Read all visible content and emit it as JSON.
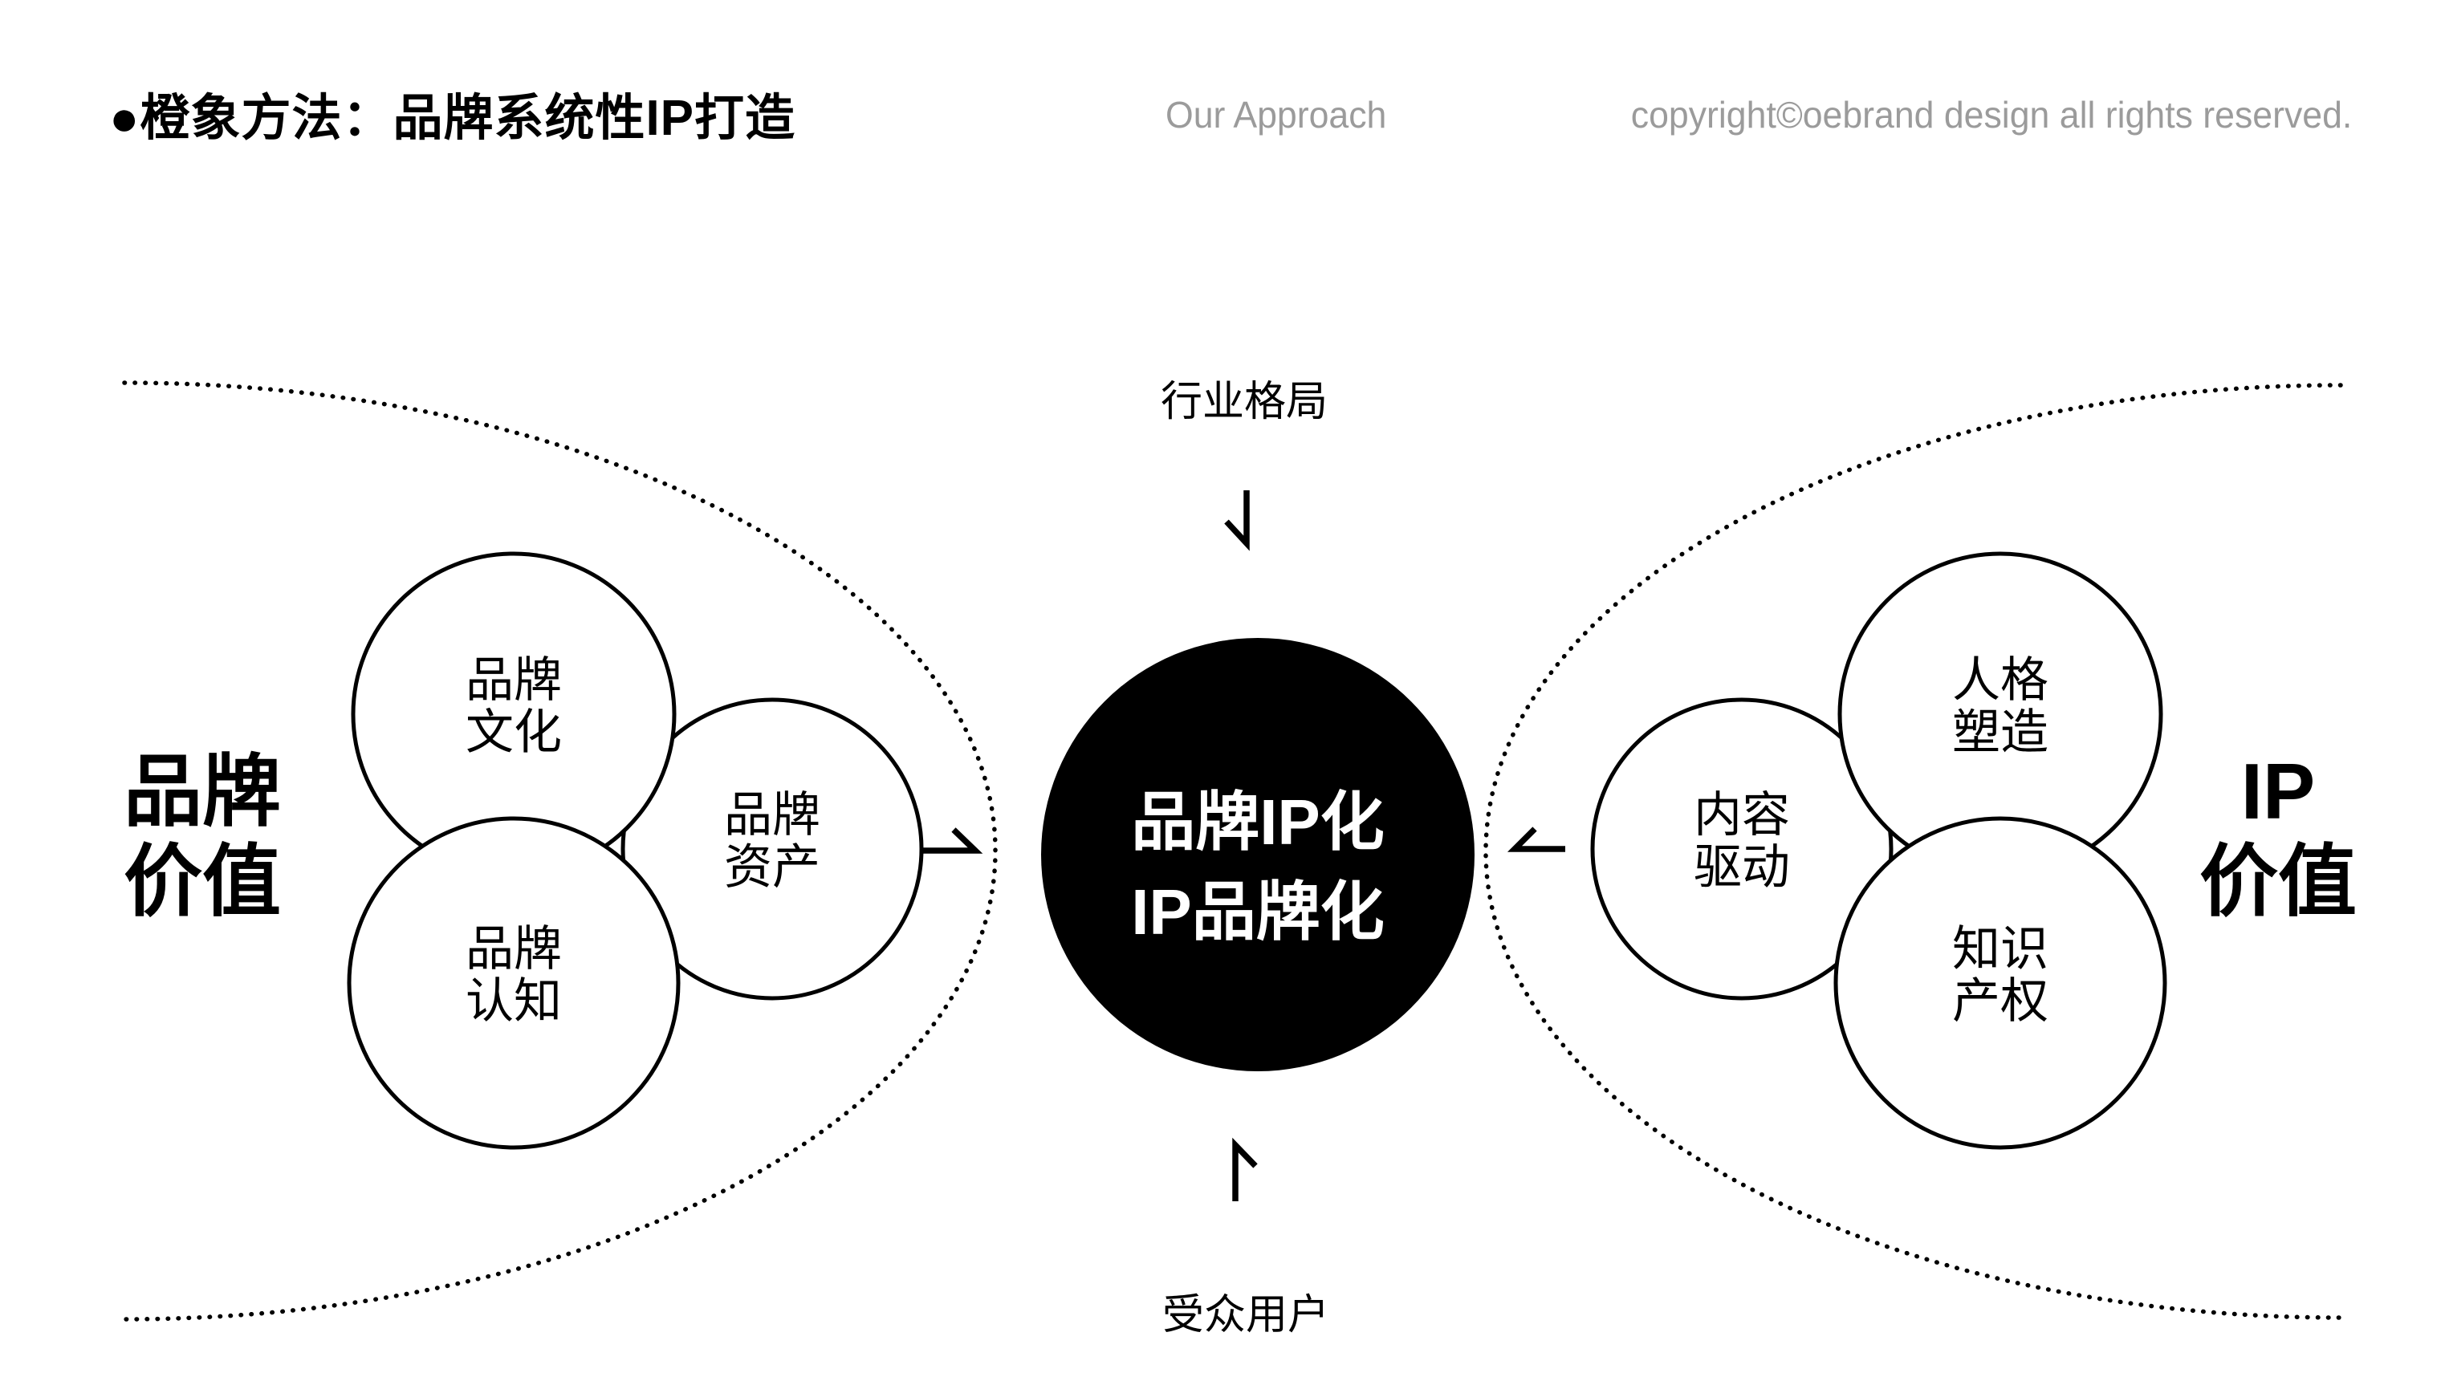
{
  "header": {
    "title": "●橙象方法：品牌系统性IP打造",
    "approach": "Our Approach",
    "copyright": "copyright©oebrand design all rights reserved."
  },
  "diagram": {
    "top_label": "行业格局",
    "bottom_label": "受众用户",
    "left_value_label": {
      "line1": "品牌",
      "line2": "价值"
    },
    "right_value_label": {
      "line1": "IP",
      "line2": "价值"
    },
    "center_circle": {
      "line1": "品牌IP化",
      "line2": "IP品牌化"
    },
    "left_circles": [
      {
        "id": "brand-culture",
        "line1": "品牌",
        "line2": "文化"
      },
      {
        "id": "brand-assets",
        "line1": "品牌",
        "line2": "资产"
      },
      {
        "id": "brand-cognition",
        "line1": "品牌",
        "line2": "认知"
      }
    ],
    "right_circles": [
      {
        "id": "persona-shaping",
        "line1": "人格",
        "line2": "塑造"
      },
      {
        "id": "content-driven",
        "line1": "内容",
        "line2": "驱动"
      },
      {
        "id": "intellectual-property",
        "line1": "知识",
        "line2": "产权"
      }
    ],
    "colors": {
      "ink": "#000000",
      "muted": "#9b9b9b",
      "background": "#ffffff"
    }
  }
}
